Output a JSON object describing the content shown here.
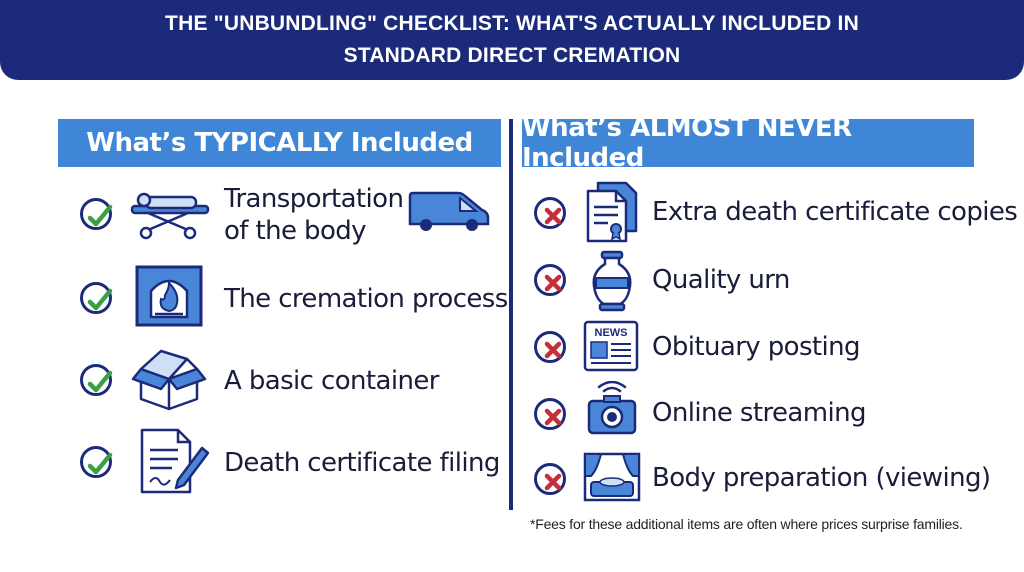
{
  "title": {
    "line1": "THE \"UNBUNDLING\" CHECKLIST: WHAT'S ACTUALLY INCLUDED IN",
    "line2": "STANDARD DIRECT CREMATION"
  },
  "colors": {
    "navy": "#1c2a7a",
    "header_blue": "#3f86d6",
    "check_green": "#3aa043",
    "cross_red": "#c42f3a",
    "icon_fill": "#4a86d8"
  },
  "included": {
    "heading": "What’s TYPICALLY Included",
    "items": [
      {
        "line1": "Transportation",
        "line2": "of the body",
        "icon": "stretcher-icon",
        "extra_icon": "van-icon",
        "status": "check-icon"
      },
      {
        "label": "The cremation process",
        "icon": "cremation-fire-icon",
        "status": "check-icon"
      },
      {
        "label": "A basic container",
        "icon": "box-icon",
        "status": "check-icon"
      },
      {
        "label": "Death certificate filing",
        "icon": "document-pen-icon",
        "status": "check-icon"
      }
    ]
  },
  "excluded": {
    "heading": "What’s ALMOST NEVER Included",
    "items": [
      {
        "label": "Extra death certificate copies",
        "icon": "certificate-copies-icon",
        "status": "cross-icon"
      },
      {
        "label": "Quality urn",
        "icon": "urn-icon",
        "status": "cross-icon"
      },
      {
        "label": "Obituary posting",
        "icon": "newspaper-icon",
        "news_text": "NEWS",
        "status": "cross-icon"
      },
      {
        "label": "Online streaming",
        "icon": "camera-stream-icon",
        "status": "cross-icon"
      },
      {
        "label": "Body preparation (viewing)",
        "icon": "casket-viewing-icon",
        "status": "cross-icon"
      }
    ],
    "footnote": "*Fees for these additional items are often where prices surprise families."
  }
}
